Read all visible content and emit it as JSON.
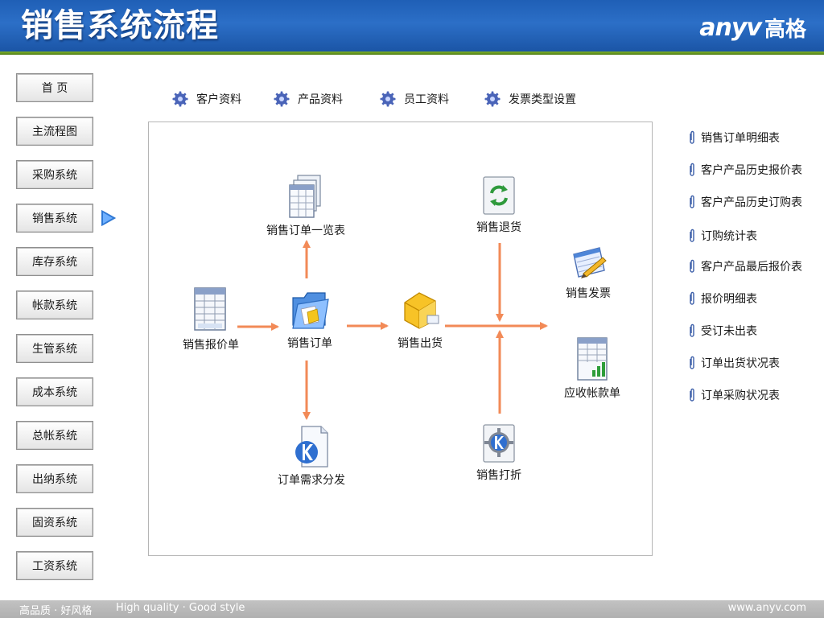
{
  "header": {
    "title": "销售系统流程",
    "brand_mark": "anyv",
    "brand_cn": "高格"
  },
  "sidebar": {
    "items": [
      {
        "label": "首 页"
      },
      {
        "label": "主流程图"
      },
      {
        "label": "采购系统"
      },
      {
        "label": "销售系统",
        "active": true
      },
      {
        "label": "库存系统"
      },
      {
        "label": "帐款系统"
      },
      {
        "label": "生管系统"
      },
      {
        "label": "成本系统"
      },
      {
        "label": "总帐系统"
      },
      {
        "label": "出纳系统"
      },
      {
        "label": "固资系统"
      },
      {
        "label": "工资系统"
      }
    ]
  },
  "top_tabs": [
    {
      "label": "客户资料",
      "icon": "gear-icon"
    },
    {
      "label": "产品资料",
      "icon": "gear-icon"
    },
    {
      "label": "员工资料",
      "icon": "gear-icon"
    },
    {
      "label": "发票类型设置",
      "icon": "gear-icon"
    }
  ],
  "flow": {
    "nodes": {
      "quote": {
        "label": "销售报价单",
        "icon": "spreadsheet-doc-icon"
      },
      "order": {
        "label": "销售订单",
        "icon": "folder-icon"
      },
      "order_list": {
        "label": "销售订单一览表",
        "icon": "multi-sheet-icon"
      },
      "demand": {
        "label": "订单需求分发",
        "icon": "k-doc-icon"
      },
      "ship": {
        "label": "销售出货",
        "icon": "package-icon"
      },
      "return": {
        "label": "销售退货",
        "icon": "refresh-icon"
      },
      "discount": {
        "label": "销售打折",
        "icon": "k-gear-icon"
      },
      "invoice": {
        "label": "销售发票",
        "icon": "notepad-pencil-icon"
      },
      "receivable": {
        "label": "应收帐款单",
        "icon": "chart-doc-icon"
      }
    },
    "arrow_color": "#f28a57"
  },
  "right_links": [
    {
      "label": "销售订单明细表"
    },
    {
      "label": "客户产品历史报价表"
    },
    {
      "label": "客户产品历史订购表"
    },
    {
      "label": "订购统计表"
    },
    {
      "label": "客户产品最后报价表"
    },
    {
      "label": "报价明细表"
    },
    {
      "label": "受订未出表"
    },
    {
      "label": "订单出货状况表"
    },
    {
      "label": "订单采购状况表"
    }
  ],
  "footer": {
    "left_cn": "高品质 · 好风格",
    "left_en": "High quality · Good style",
    "url": "www.anyv.com"
  },
  "colors": {
    "header_blue": "#2c6fc7",
    "header_rule_green": "#6e9e22",
    "accent_arrow": "#2f79d6",
    "flow_arrow": "#f28a57"
  }
}
